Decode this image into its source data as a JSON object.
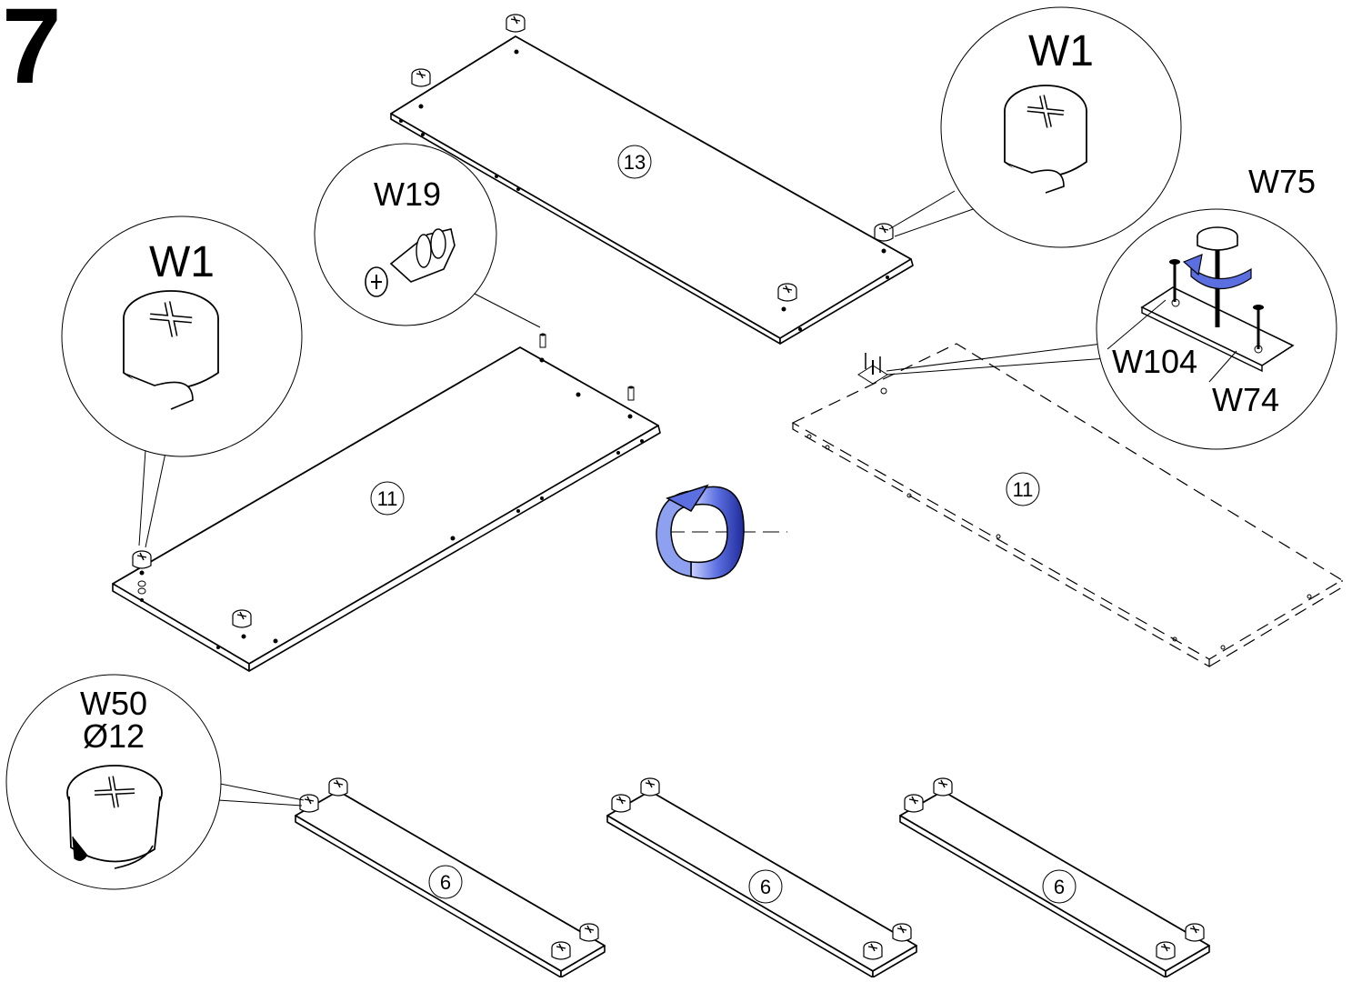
{
  "step": {
    "number": "7"
  },
  "callouts": {
    "w1_left": "W1",
    "w1_right": "W1",
    "w19": "W19",
    "w75": "W75",
    "w104": "W104",
    "w74": "W74",
    "w50": "W50",
    "w50_diameter": "Ø12"
  },
  "parts": {
    "panel_top": "13",
    "panel_left": "11",
    "panel_right_dashed": "11",
    "shelf_1": "6",
    "shelf_2": "6",
    "shelf_3": "6"
  },
  "colors": {
    "rotate_arrow": "#5b6fe0",
    "rotate_arrow_dark": "#1f2a9a",
    "line": "#000000"
  },
  "icons": {
    "rotate": "rotate-arrow-icon"
  }
}
